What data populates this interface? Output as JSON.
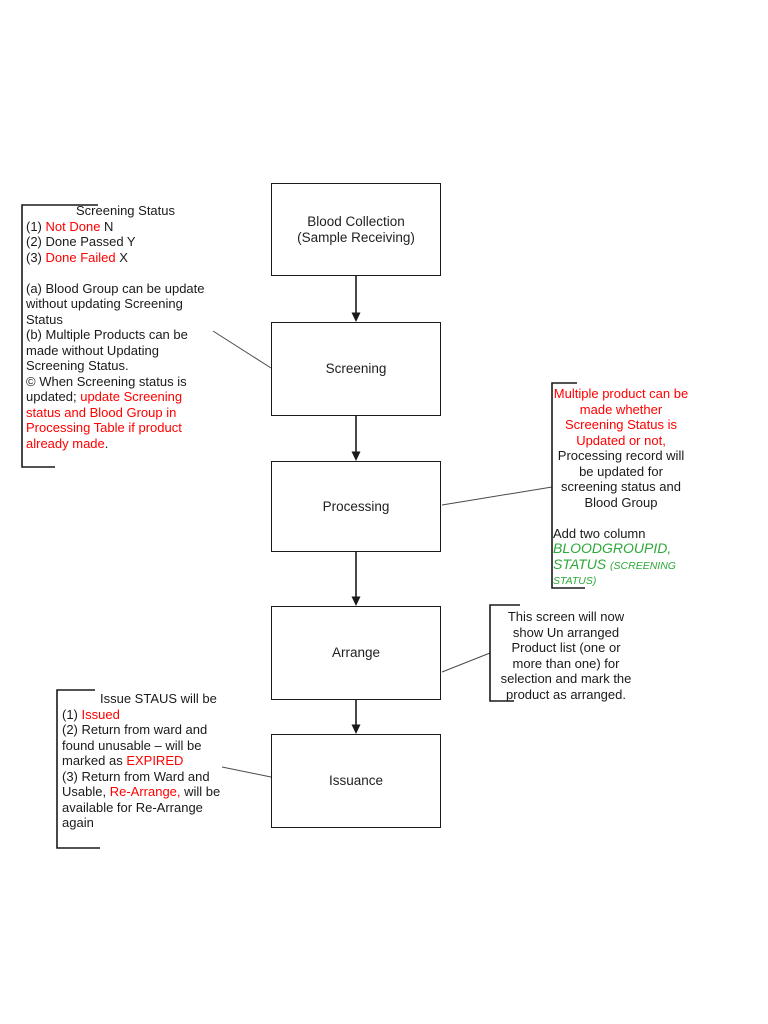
{
  "page": {
    "background": "#ffffff"
  },
  "colors": {
    "ink": "#1a1a1a",
    "red": "#ff0000",
    "green": "#2ea838",
    "connector": "#404040"
  },
  "flowchart": {
    "boxes": [
      {
        "label": "Blood Collection\n(Sample Receiving)"
      },
      {
        "label": "Screening"
      },
      {
        "label": "Processing"
      },
      {
        "label": "Arrange"
      },
      {
        "label": "Issuance"
      }
    ]
  },
  "notes": {
    "screening_status": {
      "lines": [
        {
          "indent": 50,
          "seg": [
            {
              "t": "Screening Status"
            }
          ]
        },
        {
          "seg": [
            {
              "t": "(1) "
            },
            {
              "t": "Not Done",
              "c": "r"
            },
            {
              "t": " N"
            }
          ]
        },
        {
          "seg": [
            {
              "t": "(2) Done Passed Y"
            }
          ]
        },
        {
          "seg": [
            {
              "t": "(3) "
            },
            {
              "t": "Done Failed",
              "c": "r"
            },
            {
              "t": " X"
            }
          ]
        },
        {
          "seg": []
        },
        {
          "seg": [
            {
              "t": "(a) Blood Group can be update"
            }
          ]
        },
        {
          "seg": [
            {
              "t": "without updating Screening"
            }
          ]
        },
        {
          "seg": [
            {
              "t": "Status"
            }
          ]
        },
        {
          "seg": [
            {
              "t": "(b) Multiple Products can be"
            }
          ]
        },
        {
          "seg": [
            {
              "t": "made without Updating"
            }
          ]
        },
        {
          "seg": [
            {
              "t": "Screening Status."
            }
          ]
        },
        {
          "seg": [
            {
              "t": "© When Screening status is"
            }
          ]
        },
        {
          "seg": [
            {
              "t": "updated; "
            },
            {
              "t": "update Screening",
              "c": "r"
            }
          ]
        },
        {
          "seg": [
            {
              "t": "status and Blood Group in",
              "c": "r"
            }
          ]
        },
        {
          "seg": [
            {
              "t": "Processing Table if product",
              "c": "r"
            }
          ]
        },
        {
          "seg": [
            {
              "t": "already made",
              "c": "r"
            },
            {
              "t": "."
            }
          ]
        }
      ]
    },
    "processing_note": {
      "lines": [
        {
          "al": "c",
          "seg": [
            {
              "t": "Multiple product can be",
              "c": "r"
            }
          ]
        },
        {
          "al": "c",
          "seg": [
            {
              "t": "made whether",
              "c": "r"
            }
          ]
        },
        {
          "al": "c",
          "seg": [
            {
              "t": "Screening Status is",
              "c": "r"
            }
          ]
        },
        {
          "al": "c",
          "seg": [
            {
              "t": "Updated or not,",
              "c": "r"
            }
          ]
        },
        {
          "al": "c",
          "seg": [
            {
              "t": "Processing record will"
            }
          ]
        },
        {
          "al": "c",
          "seg": [
            {
              "t": "be updated for"
            }
          ]
        },
        {
          "al": "c",
          "seg": [
            {
              "t": "screening status and"
            }
          ]
        },
        {
          "al": "c",
          "seg": [
            {
              "t": "Blood Group"
            }
          ]
        },
        {
          "seg": []
        },
        {
          "seg": [
            {
              "t": "Add two column"
            }
          ]
        },
        {
          "seg": [
            {
              "t": "BLOODGROUPID,",
              "c": "g"
            }
          ]
        },
        {
          "seg": [
            {
              "t": "STATUS ",
              "c": "g"
            },
            {
              "t": "(SCREENING",
              "c": "gs"
            }
          ]
        },
        {
          "seg": [
            {
              "t": "STATUS)",
              "c": "gs"
            }
          ]
        }
      ]
    },
    "arrange_note": {
      "lines": [
        {
          "seg": [
            {
              "t": "This screen will now"
            }
          ]
        },
        {
          "seg": [
            {
              "t": "show Un arranged"
            }
          ]
        },
        {
          "seg": [
            {
              "t": "Product list (one or"
            }
          ]
        },
        {
          "seg": [
            {
              "t": "more than one) for"
            }
          ]
        },
        {
          "seg": [
            {
              "t": "selection and mark the"
            }
          ]
        },
        {
          "seg": [
            {
              "t": "product as arranged."
            }
          ]
        }
      ]
    },
    "issue_status": {
      "lines": [
        {
          "indent": 38,
          "seg": [
            {
              "t": "Issue STAUS will be"
            }
          ]
        },
        {
          "seg": [
            {
              "t": "(1) "
            },
            {
              "t": "Issued",
              "c": "r"
            }
          ]
        },
        {
          "seg": [
            {
              "t": "(2) Return from ward and"
            }
          ]
        },
        {
          "seg": [
            {
              "t": "found unusable – will be"
            }
          ]
        },
        {
          "seg": [
            {
              "t": "marked as "
            },
            {
              "t": "EXPIRED",
              "c": "r"
            }
          ]
        },
        {
          "seg": [
            {
              "t": "(3) Return from Ward and"
            }
          ]
        },
        {
          "seg": [
            {
              "t": "Usable, "
            },
            {
              "t": "Re-Arrange,",
              "c": "r"
            },
            {
              "t": " will be"
            }
          ]
        },
        {
          "seg": [
            {
              "t": "available for Re-Arrange"
            }
          ]
        },
        {
          "seg": [
            {
              "t": "again"
            }
          ]
        }
      ]
    }
  }
}
